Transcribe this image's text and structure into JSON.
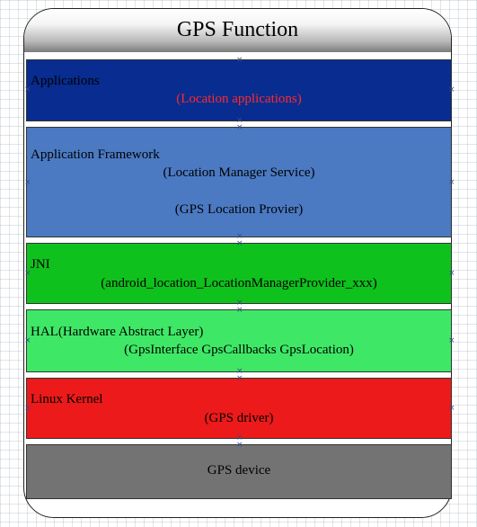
{
  "title": "GPS Function",
  "layers": [
    {
      "title": "Applications",
      "subtitles": [
        "(Location applications)"
      ],
      "color": "#082c8f",
      "subtitle_color": "#ff2a2a"
    },
    {
      "title": "Application Framework",
      "subtitles": [
        "(Location Manager Service)",
        "(GPS Location Provier)"
      ],
      "color": "#4b7ac3",
      "subtitle_color": "#000000"
    },
    {
      "title": "JNI",
      "subtitles": [
        "(android_location_LocationManagerProvider_xxx)"
      ],
      "color": "#0fc11d",
      "subtitle_color": "#000000"
    },
    {
      "title": "HAL(Hardware Abstract Layer)",
      "subtitles": [
        "(GpsInterface GpsCallbacks GpsLocation)"
      ],
      "color": "#3ee866",
      "subtitle_color": "#000000"
    },
    {
      "title": "Linux  Kernel",
      "subtitles": [
        "(GPS driver)"
      ],
      "color": "#ec1a1a",
      "subtitle_color": "#000000"
    },
    {
      "title": "",
      "subtitles": [
        "GPS device"
      ],
      "color": "#737373",
      "subtitle_color": "#000000"
    }
  ]
}
